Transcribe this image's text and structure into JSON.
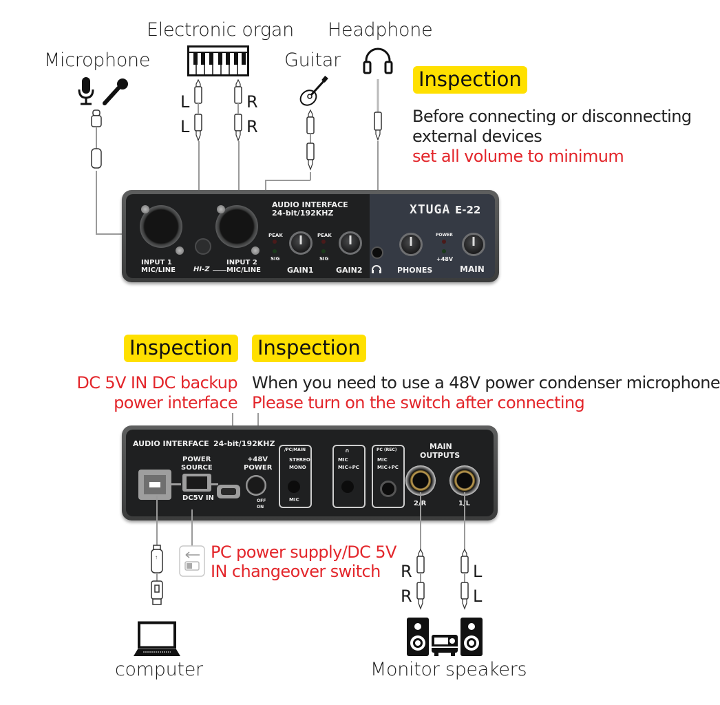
{
  "top_section": {
    "sources": {
      "microphone": "Microphone",
      "electronic_organ": "Electronic organ",
      "guitar": "Guitar",
      "headphone": "Headphone"
    },
    "organ_channels": {
      "left_1": "L",
      "left_2": "L",
      "right_1": "R",
      "right_2": "R"
    },
    "inspection": {
      "badge": "Inspection",
      "line1": "Before connecting or disconnecting",
      "line2": "external devices",
      "warning": "set all volume to minimum"
    },
    "front_panel": {
      "title": "AUDIO INTERFACE",
      "spec": "24-bit/192KHZ",
      "brand": "XTUGA",
      "model": "E-22",
      "input1_line1": "INPUT 1",
      "input1_line2": "MIC/LINE",
      "input2_line1": "INPUT 2",
      "input2_line2": "MIC/LINE",
      "hiz": "HI-Z",
      "peak1": "PEAK",
      "sig1": "SIG",
      "peak2": "PEAK",
      "sig2": "SIG",
      "gain1": "GAIN1",
      "gain2": "GAIN2",
      "phones": "PHONES",
      "main": "MAIN",
      "power_led": "POWER",
      "phantom_led": "+48V"
    }
  },
  "bottom_section": {
    "inspection_left": {
      "badge": "Inspection",
      "line1_a": "DC 5V IN DC backup",
      "line2": "power interface"
    },
    "inspection_right": {
      "badge": "Inspection",
      "line1": "When you need to use a 48V power condenser microphone",
      "line2": "Please turn on the switch after connecting"
    },
    "rear_panel": {
      "title": "AUDIO INTERFACE",
      "spec": "24-bit/192KHZ",
      "power_source_1": "POWER",
      "power_source_2": "SOURCE",
      "dc5v": "DC5V IN",
      "phantom_1": "+48V",
      "phantom_2": "POWER",
      "off": "OFF",
      "on": "ON",
      "box1_title": "/PC/MAIN",
      "box1_opt1": "STEREO",
      "box1_opt2": "MONO",
      "box1_btn": "MIC",
      "box2_opt1": "MIC",
      "box2_opt2": "MIC+PC",
      "box3_title": "PC (REC)",
      "box3_opt1": "MIC",
      "box3_opt2": "MIC+PC",
      "main_outputs_1": "MAIN",
      "main_outputs_2": "OUTPUTS",
      "out_r": "2/R",
      "out_l": "1/L"
    },
    "switch_note": {
      "line1": "PC power supply/DC 5V",
      "line2": "IN changeover switch"
    },
    "speaker_channels": {
      "r1": "R",
      "r2": "R",
      "l1": "L",
      "l2": "L"
    },
    "computer": "computer",
    "monitor_speakers": "Monitor speakers"
  },
  "colors": {
    "badge": "#ffe000",
    "warning_red": "#e3262b"
  }
}
